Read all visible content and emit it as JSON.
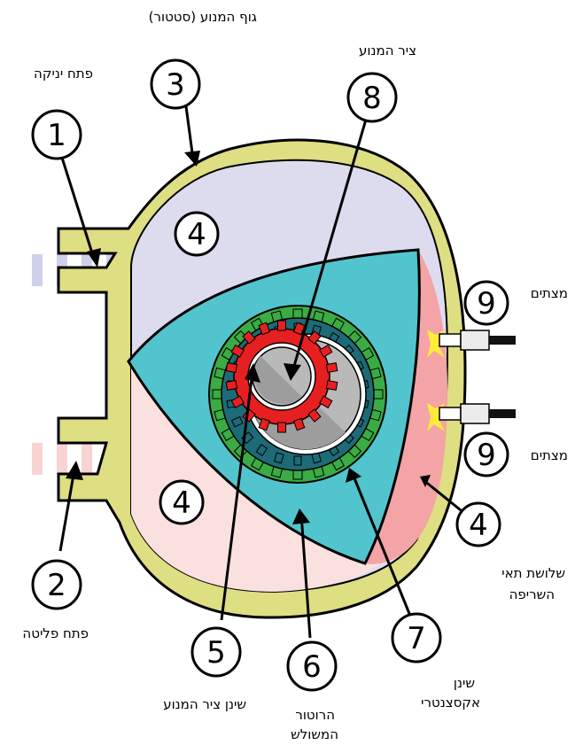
{
  "labels": {
    "engine_body": "גוף המנוע (סטטור)",
    "intake_port": "פתח יניקה",
    "engine_shaft": "ציר המנוע",
    "spark_plugs_top": "מצתים",
    "spark_plugs_bottom": "מצתים",
    "combustion_chambers_1": "שלושת תאי",
    "combustion_chambers_2": "השריפה",
    "exhaust_port": "פתח פליטה",
    "shaft_gear": "שינן ציר המנוע",
    "rotor_1": "הרוטור",
    "rotor_2": "המשולש",
    "eccentric_gear_1": "שינן",
    "eccentric_gear_2": "אקסצנטרי"
  },
  "callouts": {
    "c1": "1",
    "c2": "2",
    "c3": "3",
    "c4a": "4",
    "c4b": "4",
    "c4c": "4",
    "c5": "5",
    "c6": "6",
    "c7": "7",
    "c8": "8",
    "c9a": "9",
    "c9b": "9"
  },
  "colors": {
    "housing": "#dede82",
    "intake_chamber": "#dcdcee",
    "exhaust_chamber": "#fbe0e0",
    "combustion_chamber": "#f4a3a6",
    "rotor": "#52c4ce",
    "eccentric_gear_green": "#3bab45",
    "eccentric_teal": "#1d6b76",
    "shaft_gear_red": "#e62020",
    "shaft_grey": "#b9b9b9",
    "spark": "#ffeb3b"
  }
}
